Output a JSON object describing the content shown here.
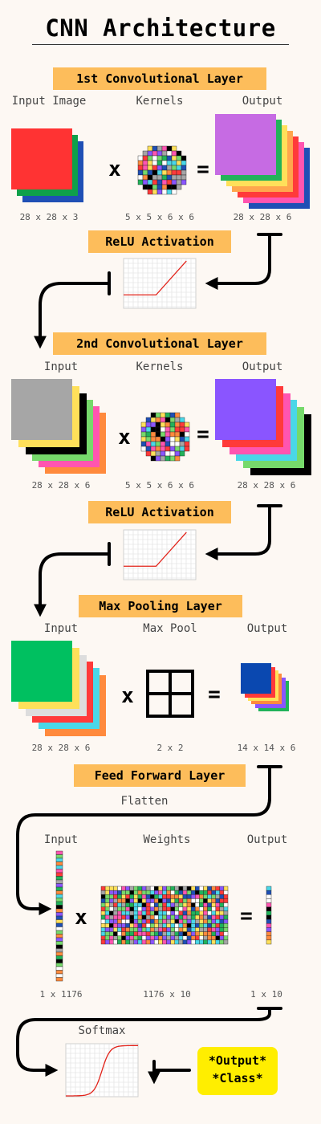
{
  "title": "CNN Architecture",
  "conv1": {
    "label": "1st Convolutional Layer",
    "col_input": "Input Image",
    "col_kernels": "Kernels",
    "col_output": "Output",
    "dim_input": "28 x 28 x 3",
    "dim_kernels": "5 x 5 x 6 x 6",
    "dim_output": "28 x 28 x 6",
    "op_multiply": "x",
    "op_equals": "="
  },
  "relu1": {
    "label": "ReLU Activation"
  },
  "conv2": {
    "label": "2nd Convolutional Layer",
    "col_input": "Input",
    "col_kernels": "Kernels",
    "col_output": "Output",
    "dim_input": "28 x 28 x 6",
    "dim_kernels": "5 x 5 x 6 x 6",
    "dim_output": "28 x 28 x 6",
    "op_multiply": "x",
    "op_equals": "="
  },
  "relu2": {
    "label": "ReLU Activation"
  },
  "pool": {
    "label": "Max Pooling Layer",
    "col_input": "Input",
    "col_pool": "Max Pool",
    "col_output": "Output",
    "dim_input": "28 x 28 x 6",
    "dim_pool": "2 x 2",
    "dim_output": "14 x 14 x 6",
    "op_multiply": "x",
    "op_equals": "="
  },
  "ff": {
    "label": "Feed Forward Layer",
    "flatten": "Flatten",
    "col_input": "Input",
    "col_weights": "Weights",
    "col_output": "Output",
    "dim_input": "1 x 1176",
    "dim_weights": "1176 x 10",
    "dim_output": "1 x 10",
    "op_multiply": "x",
    "op_equals": "="
  },
  "softmax": {
    "label": "Softmax"
  },
  "output": {
    "line1": "*Output*",
    "line2": "*Class*"
  },
  "colors": {
    "badge": "#fdbd5b",
    "result": "#ffee00",
    "background": "#fdf8f3",
    "curve": "#e2231a",
    "conv1_input_stack": [
      "#1f4fb5",
      "#0fa04a",
      "#ff3333"
    ],
    "conv1_output_stack": [
      "#1f4fb5",
      "#ff55b0",
      "#ff3a3a",
      "#ffa64d",
      "#ffe05a",
      "#21b25a",
      "#c66be3"
    ],
    "conv2_input_stack": [
      "#ff8a3d",
      "#ff55b0",
      "#76d96b",
      "#000000",
      "#ffe05a",
      "#a6a6a6"
    ],
    "conv2_output_stack": [
      "#000000",
      "#76d96b",
      "#4ad7e8",
      "#ff55b0",
      "#ff3a3a",
      "#8a55ff"
    ],
    "pool_input_stack": [
      "#ff8a3d",
      "#4ad7e8",
      "#ff3a3a",
      "#dddddd",
      "#ffe05a",
      "#00c060"
    ],
    "pool_output_stack": [
      "#21b25a",
      "#8a55ff",
      "#ff8a3d",
      "#ffe05a",
      "#ff3a3a",
      "#0a48b0"
    ],
    "palette": [
      "#ff3a3a",
      "#21b25a",
      "#1f4fb5",
      "#ffe05a",
      "#ff55b0",
      "#8a55ff",
      "#4ad7e8",
      "#000000",
      "#ffffff",
      "#ff8a3d",
      "#76d96b",
      "#a6a6a6"
    ]
  }
}
